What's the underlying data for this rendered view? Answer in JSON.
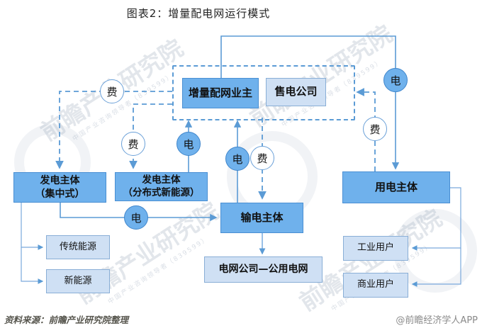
{
  "title": "图表2：增量配电网运行模式",
  "nodes": {
    "owner": {
      "label": "增量配网业主"
    },
    "seller": {
      "label": "售电公司"
    },
    "gen_central": {
      "line1": "发电主体",
      "line2": "（集中式）"
    },
    "gen_distributed": {
      "line1": "发电主体",
      "line2": "（分布式新能源）"
    },
    "transmission": {
      "label": "输电主体"
    },
    "consumer": {
      "label": "用电主体"
    },
    "traditional_energy": {
      "label": "传统能源"
    },
    "new_energy": {
      "label": "新能源"
    },
    "grid_company": {
      "label": "电网公司—公用电网"
    },
    "industrial_user": {
      "label": "工业用户"
    },
    "commercial_user": {
      "label": "商业用户"
    }
  },
  "badges": {
    "electricity": "电",
    "fee": "费"
  },
  "watermark": {
    "main": "前瞻产业研究院",
    "sub": "中国产业咨询领导者（839599）"
  },
  "footer": {
    "source": "资料来源：前瞻产业研究院整理",
    "credit": "@前瞻经济学人APP"
  },
  "colors": {
    "accent": "#5b9bd5",
    "node_fill": "#6fb1ec",
    "node_border": "#4a8fd3",
    "light_fill": "#cfe0f4",
    "light_border": "#89aed6"
  }
}
